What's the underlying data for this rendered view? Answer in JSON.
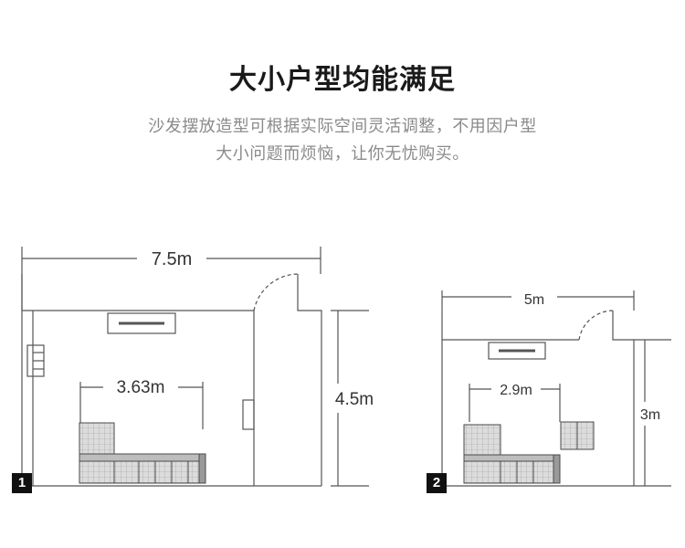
{
  "header": {
    "title": "大小户型均能满足",
    "subtitle_line1": "沙发摆放造型可根据实际空间灵活调整，不用因户型",
    "subtitle_line2": "大小问题而烦恼，让你无忧购买。"
  },
  "plan1": {
    "number": "1",
    "width_label": "7.5m",
    "depth_label": "4.5m",
    "sofa_label": "3.63m"
  },
  "plan2": {
    "number": "2",
    "width_label": "5m",
    "depth_label": "3m",
    "sofa_label": "2.9m"
  },
  "colors": {
    "wall": "#555555",
    "text": "#333333",
    "sofa_fill": "#d9d9d9",
    "sofa_stroke": "#4a4a4a"
  }
}
